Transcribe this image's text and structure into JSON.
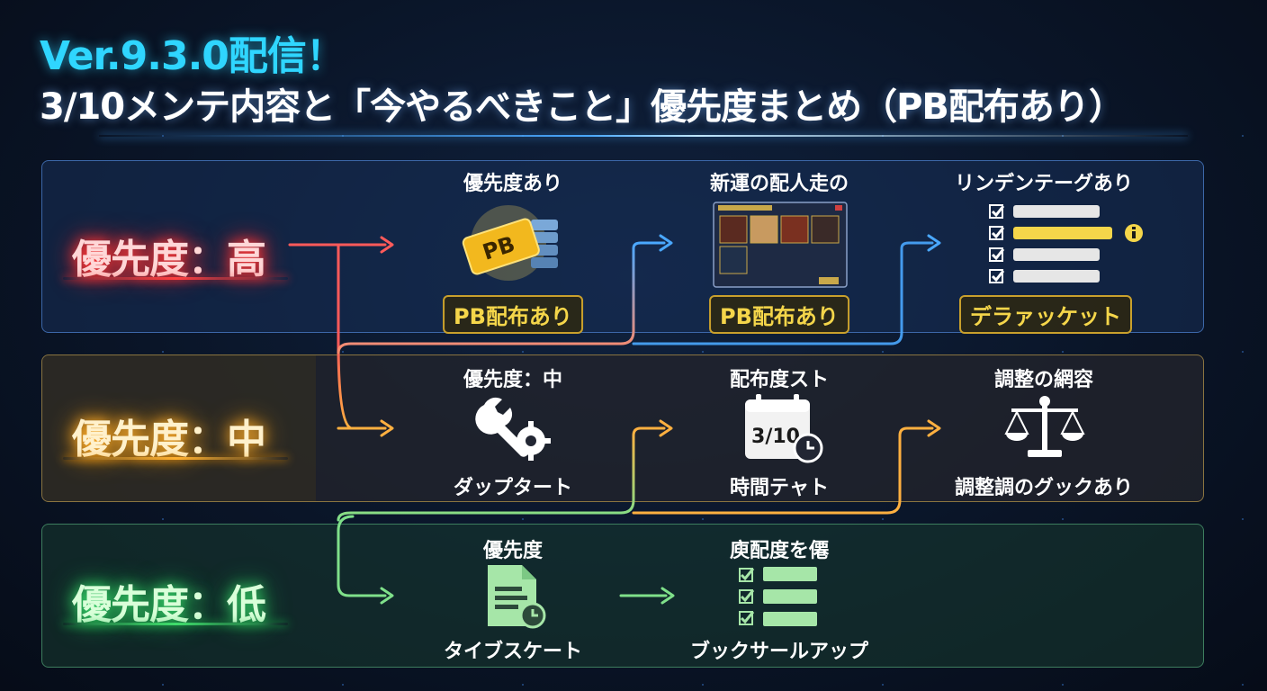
{
  "header": {
    "title_line1": "Ver.9.3.0配信！",
    "title_line2": "3/10メンテ内容と「今やるべきこと」優先度まとめ（PB配布あり）"
  },
  "rows": {
    "high": {
      "label": "優先度：高",
      "color": "#ff4b4b",
      "items": [
        {
          "title": "優先度あり",
          "icon": "pb-ticket-icon",
          "icon_text": "PB",
          "badge": "PB配布あり"
        },
        {
          "title": "新運の配人走の",
          "icon": "character-select-screenshot",
          "badge": "PB配布あり"
        },
        {
          "title": "リンデンテーグあり",
          "icon": "checklist-info-icon",
          "badge": "デラァッケット"
        }
      ]
    },
    "mid": {
      "label": "優先度：中",
      "color": "#ffb030",
      "items": [
        {
          "title": "優先度：中",
          "icon": "wrench-gear-icon",
          "caption": "ダップタート"
        },
        {
          "title": "配布度スト",
          "icon": "calendar-clock-icon",
          "icon_text": "3/10",
          "caption": "時間テャト"
        },
        {
          "title": "調整の網容",
          "icon": "balance-scale-icon",
          "caption": "調整調のグックあり"
        }
      ]
    },
    "low": {
      "label": "優先度：低",
      "color": "#4fd675",
      "items": [
        {
          "title": "優先度",
          "icon": "document-clock-icon",
          "caption": "タイブスケート"
        },
        {
          "title": "庾配度を僊",
          "icon": "checklist-icon",
          "caption": "ブックサールアップ"
        }
      ]
    }
  }
}
